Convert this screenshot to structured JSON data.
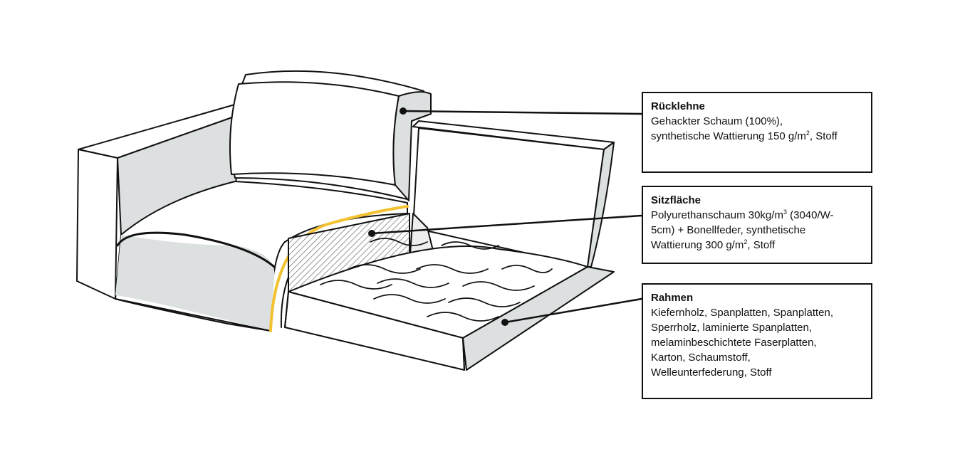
{
  "callouts": [
    {
      "title": "Rücklehne",
      "lines": [
        "Gehackter Schaum (100%),",
        "synthetische Wattierung 150 g/m",
        "2",
        ", Stoff"
      ]
    },
    {
      "title": "Sitzfläche",
      "lines": [
        "Polyurethanschaum 30kg/m",
        "3",
        " (3040/W-",
        "5cm) + Bonellfeder, synthetische",
        "Wattierung 300 g/m",
        "2",
        ", Stoff"
      ]
    },
    {
      "title": "Rahmen",
      "lines": [
        "Kiefernholz, Spanplatten, Spanplatten,",
        "Sperrholz, laminierte Spanplatten,",
        "melaminbeschichtete Faserplatten,",
        "Karton, Schaumstoff,",
        "Welleunterfederung, Stoff"
      ]
    }
  ],
  "colors": {
    "shade": "#dde0e0",
    "accent": "#f2c230",
    "ink": "#111111"
  }
}
